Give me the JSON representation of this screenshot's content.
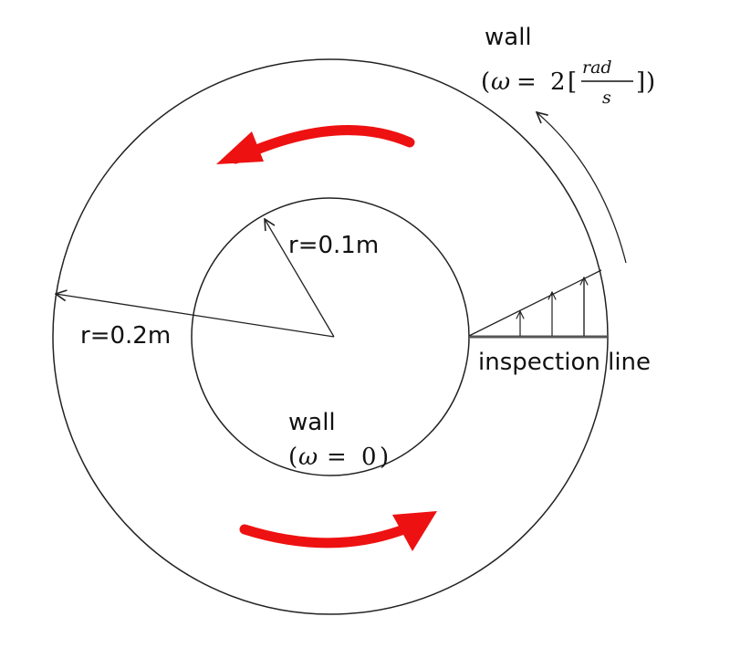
{
  "outer_wall": {
    "label": "wall",
    "omega_symbol": "ω",
    "equals": "=",
    "value": "2",
    "open_paren": "(",
    "close_paren": ")",
    "open_bracket": "[",
    "close_bracket": "]",
    "unit_numerator": "rad",
    "unit_denominator": "s"
  },
  "inner_wall": {
    "label": "wall",
    "expression_open": "(",
    "omega_symbol": "ω",
    "equals": "=",
    "value": "0",
    "expression_close": ")"
  },
  "inner_radius_label": "r=0.1m",
  "outer_radius_label": "r=0.2m",
  "inspection_label": "inspection line",
  "colors": {
    "rotation_arrows": "#ee1111",
    "lines": "#222222"
  }
}
